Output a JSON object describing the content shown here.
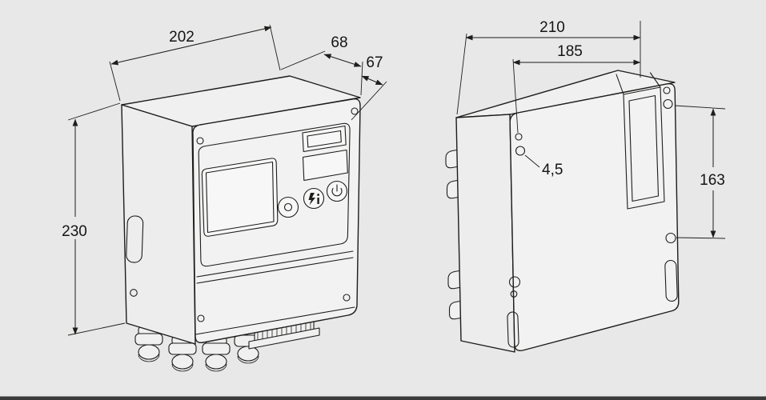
{
  "colors": {
    "background": "#e8e8e8",
    "line": "#1d1d1b",
    "footer_bar": "#3a3a3a"
  },
  "drawing": {
    "front_view": {
      "dims": {
        "width": "202",
        "depth_top": "68",
        "depth_body": "67",
        "height": "230"
      }
    },
    "rear_view": {
      "dims": {
        "overall_width": "210",
        "hole_spacing_horizontal": "185",
        "hole_diameter": "4,5",
        "hole_spacing_vertical": "163"
      }
    }
  }
}
